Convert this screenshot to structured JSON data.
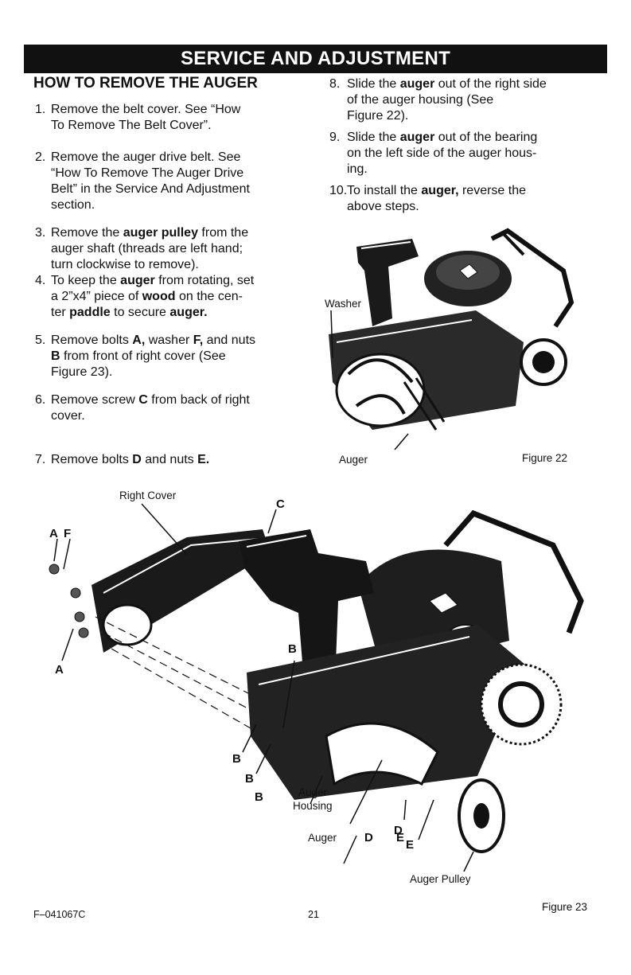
{
  "banner": "SERVICE AND ADJUSTMENT",
  "heading": "HOW TO REMOVE THE AUGER",
  "steps_left": [
    {
      "num": "1.",
      "lines": [
        "Remove the belt cover. See “How",
        "To Remove The Belt Cover”."
      ]
    },
    {
      "num": "2.",
      "lines": [
        "Remove the auger drive belt. See",
        "“How To Remove The Auger Drive",
        "Belt” in the Service And Adjustment",
        "section."
      ]
    },
    {
      "num": "3.",
      "lines": [
        "Remove the <b>auger pulley</b> from the",
        "auger shaft (threads are left hand;",
        "turn clockwise to remove)."
      ]
    },
    {
      "num": "4.",
      "lines": [
        "To keep the <b>auger</b> from rotating, set",
        "a 2”x4” piece of  <b>wood</b> on the cen-",
        "ter <b>paddle</b> to secure <b>auger.</b>"
      ]
    },
    {
      "num": "5.",
      "lines": [
        "Remove bolts <b>A,</b> washer <b>F,</b> and nuts",
        "<b>B</b> from front of right cover (See",
        "Figure 23)."
      ]
    },
    {
      "num": "6.",
      "lines": [
        "Remove screw <b>C</b> from back of right",
        "cover."
      ]
    },
    {
      "num": "7.",
      "lines": [
        "Remove bolts <b>D</b> and nuts <b>E.</b>"
      ]
    }
  ],
  "steps_right": [
    {
      "num": "8.",
      "lines": [
        "Slide the <b>auger</b> out of the right side",
        "of the auger housing (See",
        "Figure 22)."
      ]
    },
    {
      "num": "9.",
      "lines": [
        "Slide the <b>auger</b> out of the bearing",
        "on the left side of the auger hous-",
        "ing."
      ]
    },
    {
      "num": "10.",
      "lines": [
        "To install the <b>auger,</b> reverse the",
        "above steps."
      ]
    }
  ],
  "figure22": {
    "caption": "Figure 22",
    "labels": {
      "washer": "Washer",
      "auger": "Auger"
    }
  },
  "figure23": {
    "caption": "Figure 23",
    "labels": {
      "right_cover": "Right Cover",
      "c": "C",
      "a_top": "A",
      "f": "F",
      "a_bottom": "A",
      "b_top": "B",
      "b1": "B",
      "b2": "B",
      "b3": "B",
      "auger_housing_1": "Auger",
      "auger_housing_2": "Housing",
      "auger": "Auger",
      "d1": "D",
      "d2": "D",
      "e1": "E",
      "e2": "E",
      "auger_pulley": "Auger Pulley"
    }
  },
  "footer": {
    "code": "F–041067C",
    "page": "21"
  },
  "colors": {
    "ink": "#111111",
    "paper": "#ffffff",
    "banner": "#111111"
  }
}
